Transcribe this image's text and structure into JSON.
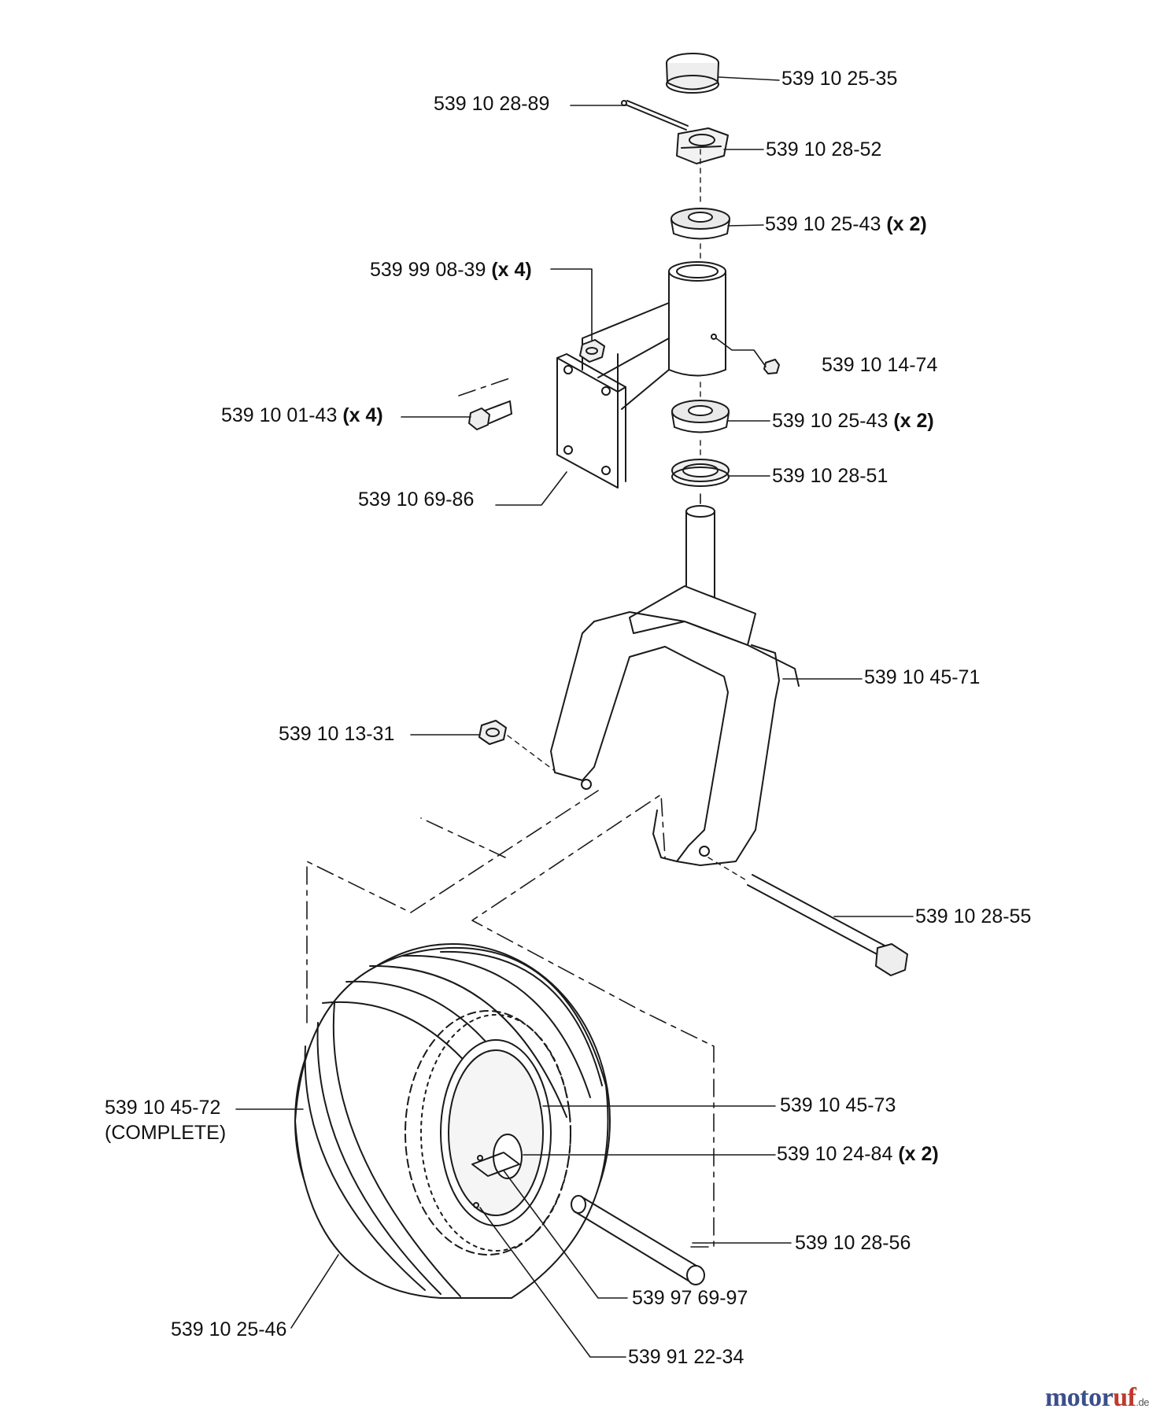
{
  "parts": [
    {
      "id": "p1",
      "number": "539 10 25-35",
      "qty": ""
    },
    {
      "id": "p2",
      "number": "539 10 28-89",
      "qty": ""
    },
    {
      "id": "p3",
      "number": "539 10 28-52",
      "qty": ""
    },
    {
      "id": "p4",
      "number": "539 10 25-43",
      "qty": "(x 2)"
    },
    {
      "id": "p5",
      "number": "539 99 08-39",
      "qty": "(x 4)"
    },
    {
      "id": "p6",
      "number": "539 10 14-74",
      "qty": ""
    },
    {
      "id": "p7",
      "number": "539 10 01-43",
      "qty": "(x 4)"
    },
    {
      "id": "p8",
      "number": "539 10 25-43",
      "qty": "(x 2)"
    },
    {
      "id": "p9",
      "number": "539 10 28-51",
      "qty": ""
    },
    {
      "id": "p10",
      "number": "539 10 69-86",
      "qty": ""
    },
    {
      "id": "p11",
      "number": "539 10 45-71",
      "qty": ""
    },
    {
      "id": "p12",
      "number": "539 10 13-31",
      "qty": ""
    },
    {
      "id": "p13",
      "number": "539 10 28-55",
      "qty": ""
    },
    {
      "id": "p14",
      "number": "539 10 45-72",
      "qty": "",
      "note": "(COMPLETE)"
    },
    {
      "id": "p15",
      "number": "539 10 45-73",
      "qty": ""
    },
    {
      "id": "p16",
      "number": "539 10 24-84",
      "qty": "(x 2)"
    },
    {
      "id": "p17",
      "number": "539 10 28-56",
      "qty": ""
    },
    {
      "id": "p18",
      "number": "539 97 69-97",
      "qty": ""
    },
    {
      "id": "p19",
      "number": "539 10 25-46",
      "qty": ""
    },
    {
      "id": "p20",
      "number": "539 91 22-34",
      "qty": ""
    }
  ],
  "watermark": {
    "part1": "moto",
    "part2": "r",
    "part3": "uf",
    "tld": ".de"
  },
  "colors": {
    "line": "#1a1a1a",
    "text": "#111111",
    "logo_blue": "#3b4f8a",
    "logo_red": "#c0392b"
  }
}
